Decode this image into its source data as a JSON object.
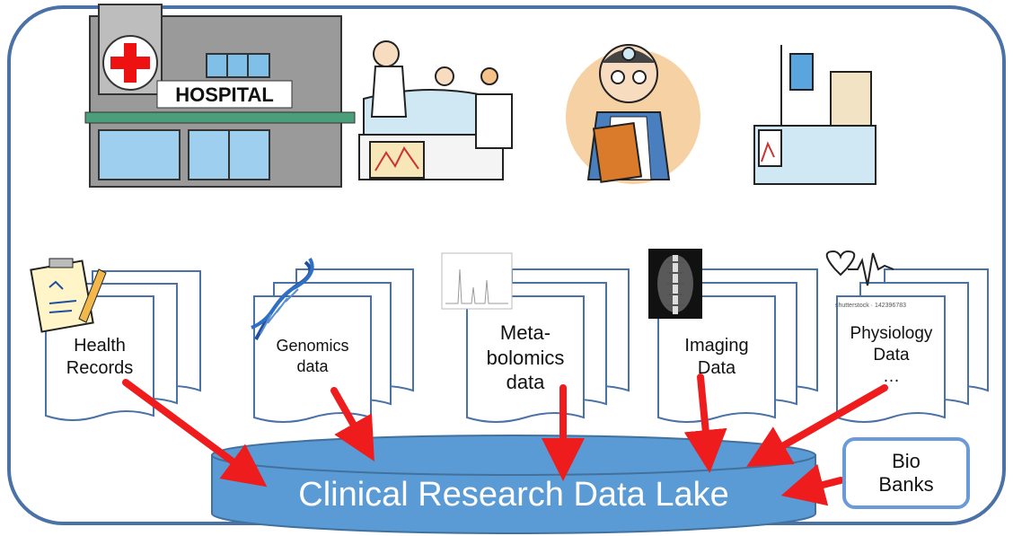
{
  "documents": [
    {
      "line1": "Health",
      "line2": "Records",
      "line3": ""
    },
    {
      "line1": "Genomics",
      "line2": "data",
      "line3": ""
    },
    {
      "line1": "Meta-",
      "line2": "bolomics",
      "line3": "data"
    },
    {
      "line1": "Imaging",
      "line2": "Data",
      "line3": ""
    },
    {
      "line1": "Physiology",
      "line2": "Data",
      "line3": "…"
    }
  ],
  "lake": {
    "label": "Clinical Research Data Lake"
  },
  "biobanks": {
    "line1": "Bio",
    "line2": "Banks"
  },
  "illustrations": {
    "hospital_sign": "HOSPITAL",
    "ecg_credit": "shutterstock · 142396783"
  },
  "colors": {
    "frame": "#4a72a6",
    "lake_fill": "#5b9bd5",
    "lake_edge": "#41719c",
    "arrow": "#ee1c1c",
    "biobank_border": "#6a9bd8"
  }
}
